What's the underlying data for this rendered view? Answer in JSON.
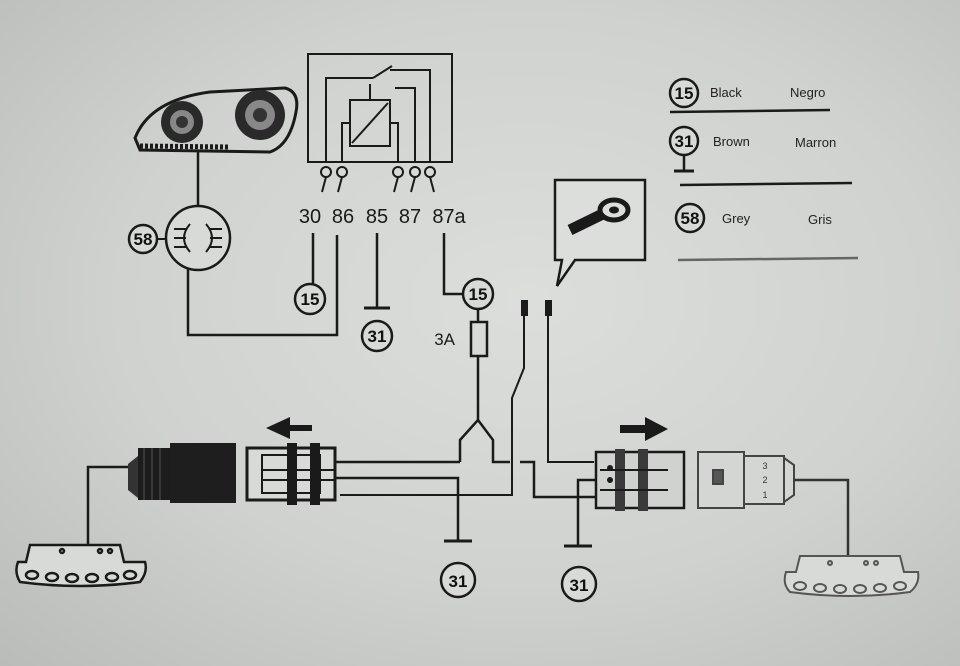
{
  "relay": {
    "pins": [
      "30",
      "86",
      "85",
      "87",
      "87a"
    ]
  },
  "circles": {
    "headlamp_switch": "58",
    "pin30_feed": "15",
    "pin85_ground": "31",
    "fuse_feed": "15",
    "ground_left": "31",
    "ground_right": "31"
  },
  "fuse": {
    "rating": "3A"
  },
  "legend": [
    {
      "code": "15",
      "en": "Black",
      "es": "Negro"
    },
    {
      "code": "31",
      "en": "Brown",
      "es": "Marron"
    },
    {
      "code": "58",
      "en": "Grey",
      "es": "Gris"
    }
  ],
  "connector_right_pins": [
    "3",
    "2",
    "1"
  ],
  "colors": {
    "line": "#1a1a1a",
    "lamp_left": "#1a1a1a",
    "lamp_right": "#555555"
  }
}
